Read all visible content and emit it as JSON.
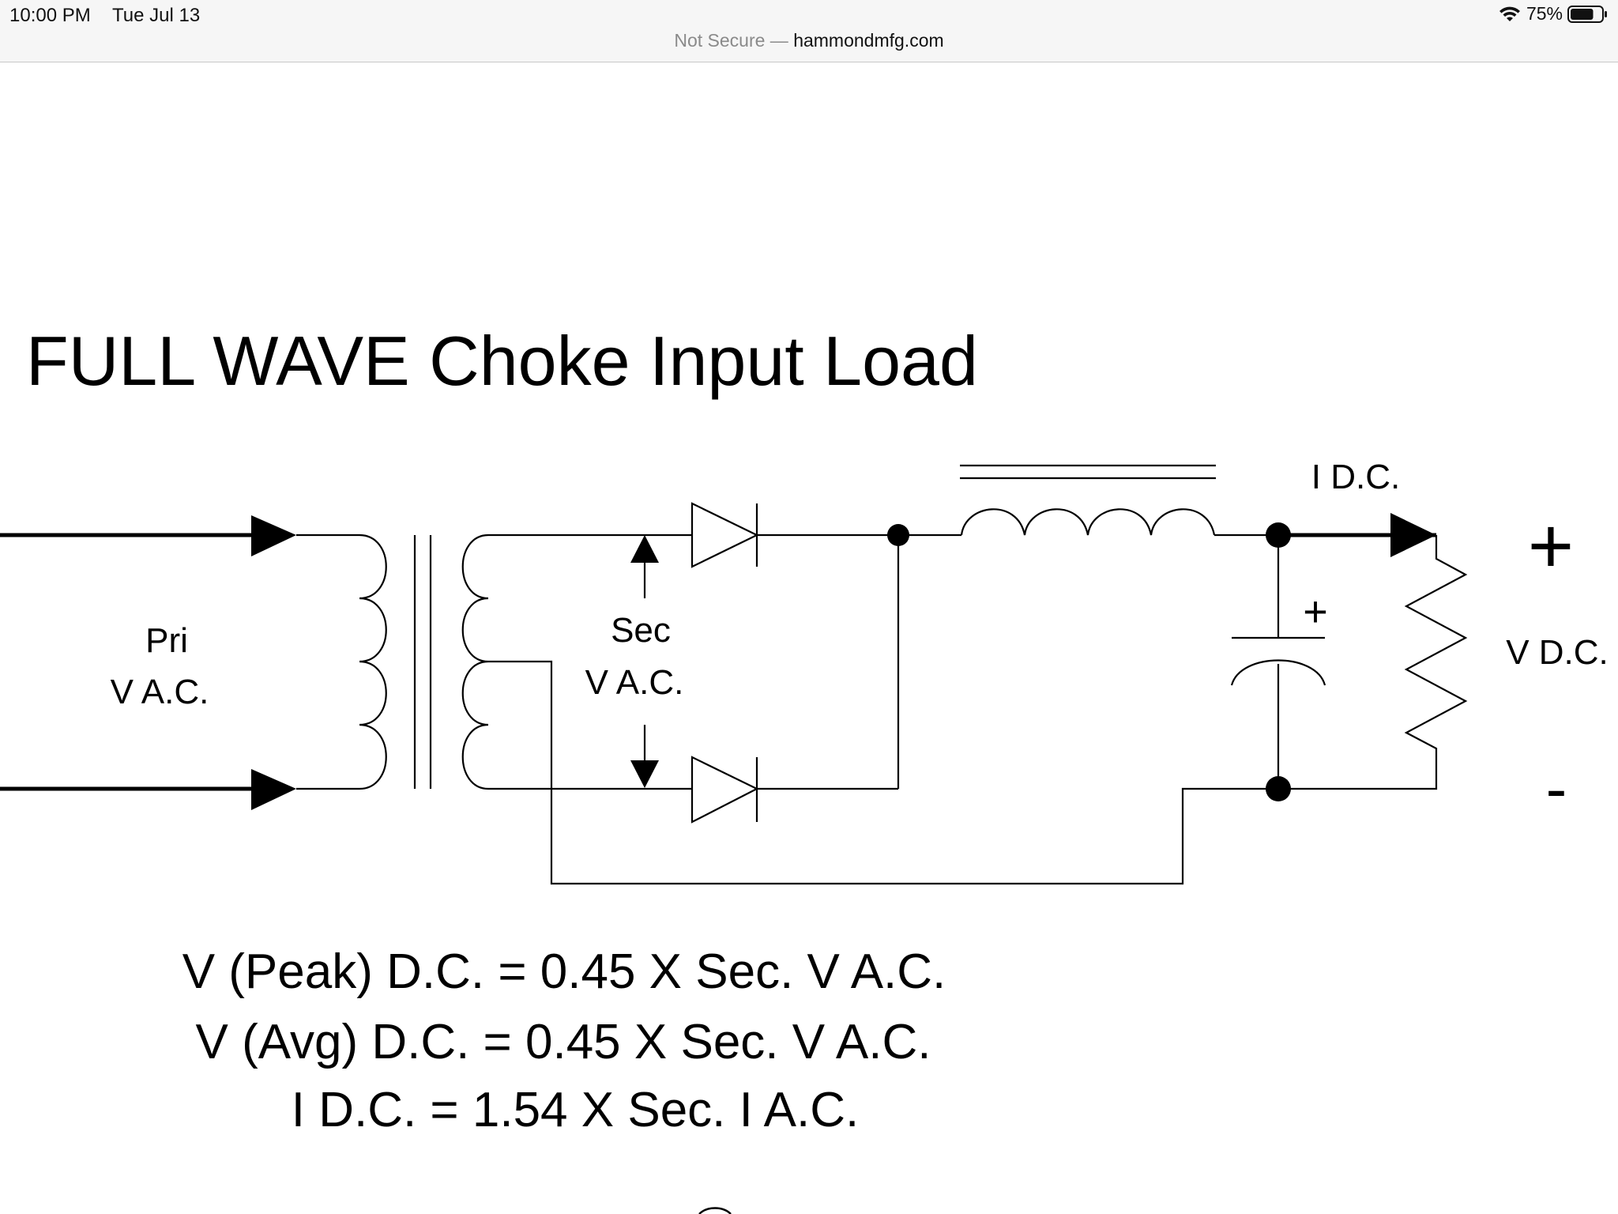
{
  "status_bar": {
    "time": "10:00 PM",
    "date": "Tue Jul 13",
    "battery_percent": "75%",
    "battery_level": 0.75
  },
  "url_bar": {
    "security_label": "Not Secure",
    "separator": "—",
    "host": "hammondmfg.com"
  },
  "page": {
    "title": "FULL WAVE Choke Input Load",
    "labels": {
      "pri": "Pri",
      "pri_vac": "V A.C.",
      "sec": "Sec",
      "sec_vac": "V A.C.",
      "idc": "I D.C.",
      "cap_plus": "+",
      "out_plus": "+",
      "vdc": "V D.C.",
      "out_minus": "-"
    },
    "formulas": [
      "V (Peak) D.C. = 0.45 X Sec. V A.C.",
      "V (Avg) D.C. = 0.45 X Sec. V A.C.",
      "I D.C. = 1.54 X Sec. I A.C."
    ]
  },
  "icons": {
    "wifi": "wifi-icon",
    "battery": "battery-icon"
  }
}
